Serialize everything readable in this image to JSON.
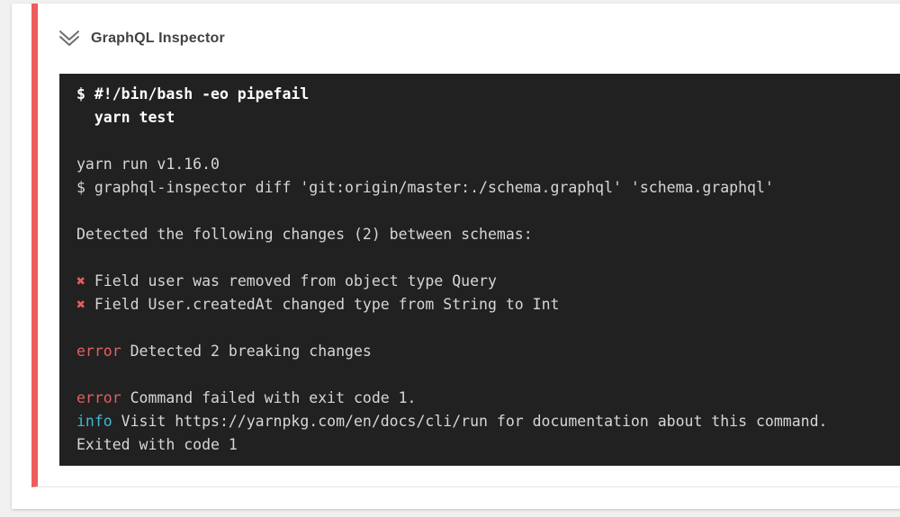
{
  "step": {
    "title": "GraphQL Inspector",
    "status_color": "#ee5b5b",
    "collapse_icon": "chevron-double-down-icon"
  },
  "terminal": {
    "background": "#212121",
    "colors": {
      "bold": "#ffffff",
      "text": "#d6d6d6",
      "error": "#e25f5f",
      "info": "#41b7d2"
    },
    "lines": [
      {
        "segments": [
          {
            "text": "$ #!/bin/bash -eo pipefail",
            "color": "bold"
          }
        ]
      },
      {
        "segments": [
          {
            "text": "  yarn test",
            "color": "bold"
          }
        ]
      },
      {
        "blank": true
      },
      {
        "segments": [
          {
            "text": "yarn run v1.16.0",
            "color": "text"
          }
        ]
      },
      {
        "segments": [
          {
            "text": "$ graphql-inspector diff 'git:origin/master:./schema.graphql' 'schema.graphql'",
            "color": "text"
          }
        ]
      },
      {
        "blank": true
      },
      {
        "segments": [
          {
            "text": "Detected the following changes (2) between schemas:",
            "color": "text"
          }
        ]
      },
      {
        "blank": true
      },
      {
        "segments": [
          {
            "text": "✖ ",
            "color": "error"
          },
          {
            "text": "Field user was removed from object type Query",
            "color": "text"
          }
        ]
      },
      {
        "segments": [
          {
            "text": "✖ ",
            "color": "error"
          },
          {
            "text": "Field User.createdAt changed type from String to Int",
            "color": "text"
          }
        ]
      },
      {
        "blank": true
      },
      {
        "segments": [
          {
            "text": "error ",
            "color": "error"
          },
          {
            "text": "Detected 2 breaking changes",
            "color": "text"
          }
        ]
      },
      {
        "blank": true
      },
      {
        "segments": [
          {
            "text": "error ",
            "color": "error"
          },
          {
            "text": "Command failed with exit code 1.",
            "color": "text"
          }
        ]
      },
      {
        "segments": [
          {
            "text": "info ",
            "color": "info"
          },
          {
            "text": "Visit https://yarnpkg.com/en/docs/cli/run for documentation about this command.",
            "color": "text"
          }
        ]
      },
      {
        "segments": [
          {
            "text": "Exited with code 1",
            "color": "text"
          }
        ]
      }
    ]
  }
}
